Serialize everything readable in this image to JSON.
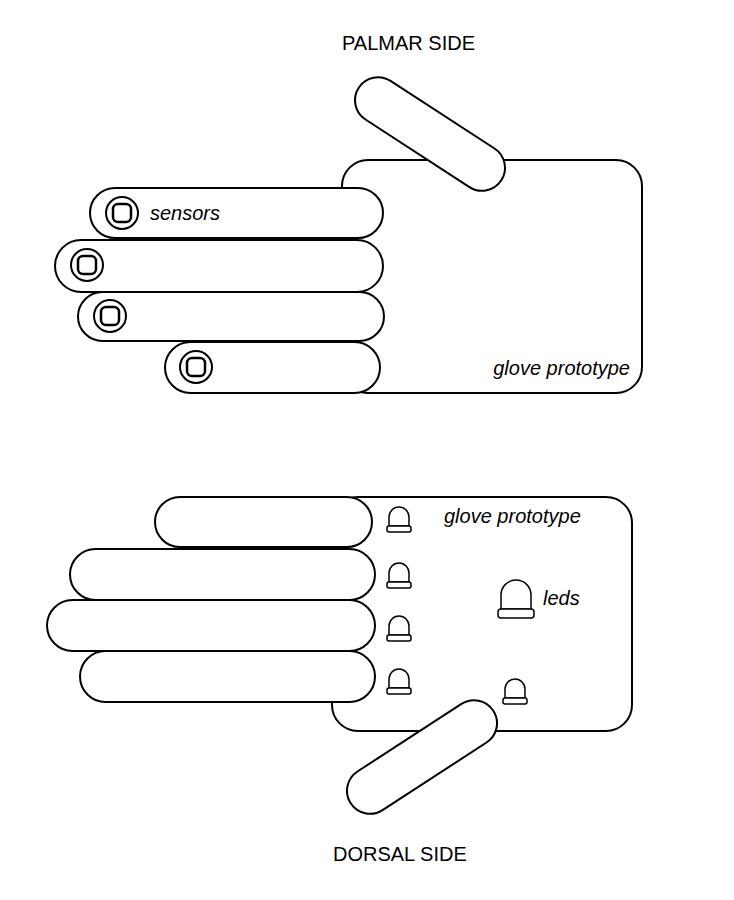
{
  "diagram": {
    "nodes": [
      {
        "text": [
          "glove prototype"
        ]
      },
      {
        "text": [
          "sensors"
        ]
      },
      {
        "text": [
          "glove prototype",
          "leds"
        ]
      }
    ],
    "labels": [
      "PALMAR SIDE",
      "DORSAL SIDE"
    ]
  }
}
